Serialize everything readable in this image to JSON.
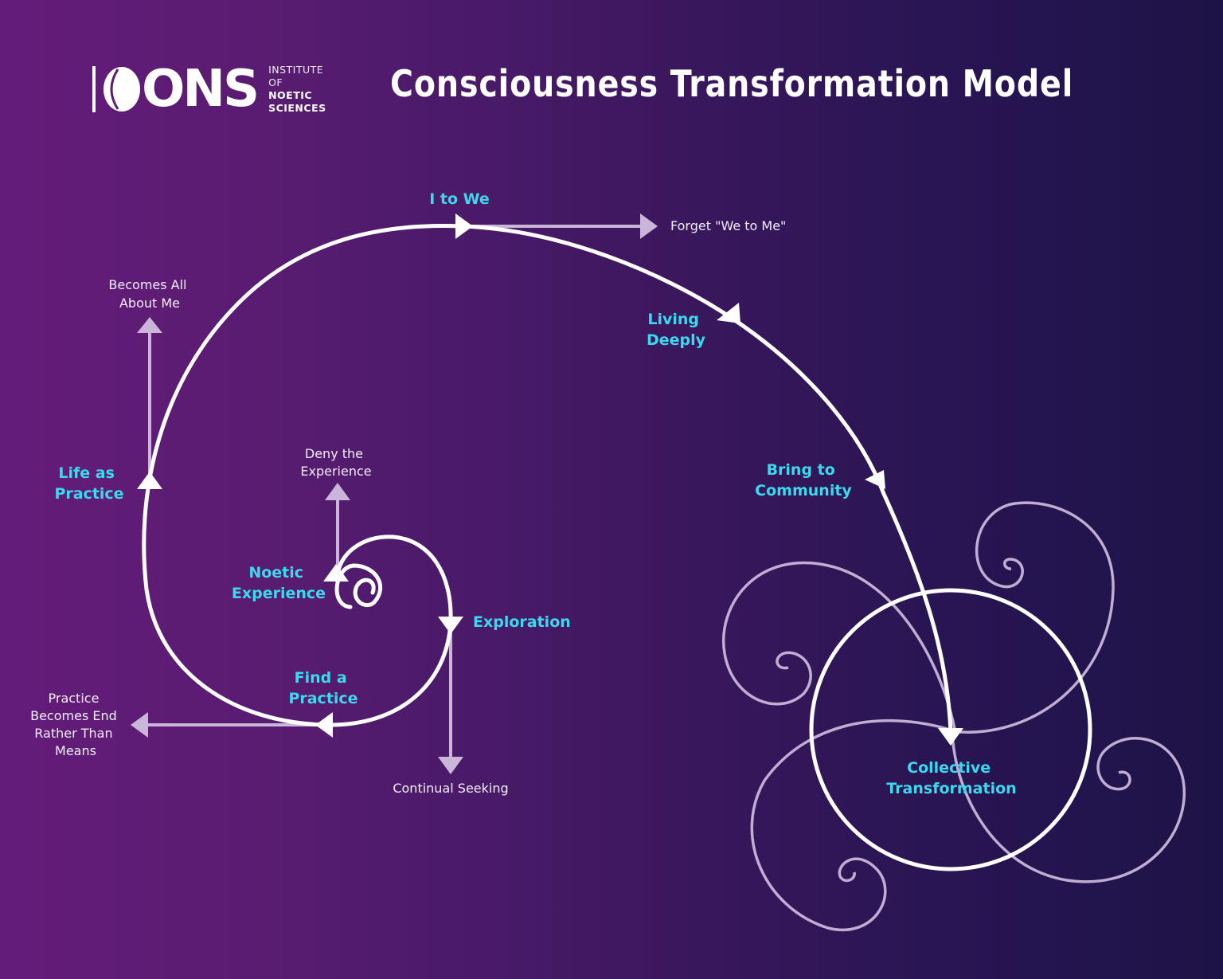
{
  "logo": {
    "mark": "ONS",
    "lines": [
      "INSTITUTE",
      "OF",
      "NOETIC",
      "SCIENCES"
    ]
  },
  "title": "Consciousness Transformation Model",
  "colors": {
    "background_left": "#641c7a",
    "background_right": "#1e1346",
    "stage_label": "#3bd9ee",
    "main_path": "#ffffff",
    "detour_arrow": "#c9b6d9",
    "outcome_text": "#f3eef8"
  },
  "stages": [
    {
      "id": "noetic-experience",
      "lines": [
        "Noetic",
        "Experience"
      ]
    },
    {
      "id": "exploration",
      "lines": [
        "Exploration"
      ]
    },
    {
      "id": "find-a-practice",
      "lines": [
        "Find a",
        "Practice"
      ]
    },
    {
      "id": "life-as-practice",
      "lines": [
        "Life as",
        "Practice"
      ]
    },
    {
      "id": "i-to-we",
      "lines": [
        "I to We"
      ]
    },
    {
      "id": "living-deeply",
      "lines": [
        "Living",
        "Deeply"
      ]
    },
    {
      "id": "bring-to-community",
      "lines": [
        "Bring to",
        "Community"
      ]
    },
    {
      "id": "collective-transformation",
      "lines": [
        "Collective",
        "Transformation"
      ]
    }
  ],
  "detours": [
    {
      "from": "noetic-experience",
      "direction": "up",
      "lines": [
        "Deny the",
        "Experience"
      ]
    },
    {
      "from": "exploration",
      "direction": "down",
      "lines": [
        "Continual Seeking"
      ]
    },
    {
      "from": "find-a-practice",
      "direction": "left",
      "lines": [
        "Practice",
        "Becomes End",
        "Rather Than",
        "Means"
      ]
    },
    {
      "from": "life-as-practice",
      "direction": "up",
      "lines": [
        "Becomes All",
        "About Me"
      ]
    },
    {
      "from": "i-to-we",
      "direction": "right",
      "lines": [
        "Forget \"We to Me\""
      ]
    }
  ]
}
